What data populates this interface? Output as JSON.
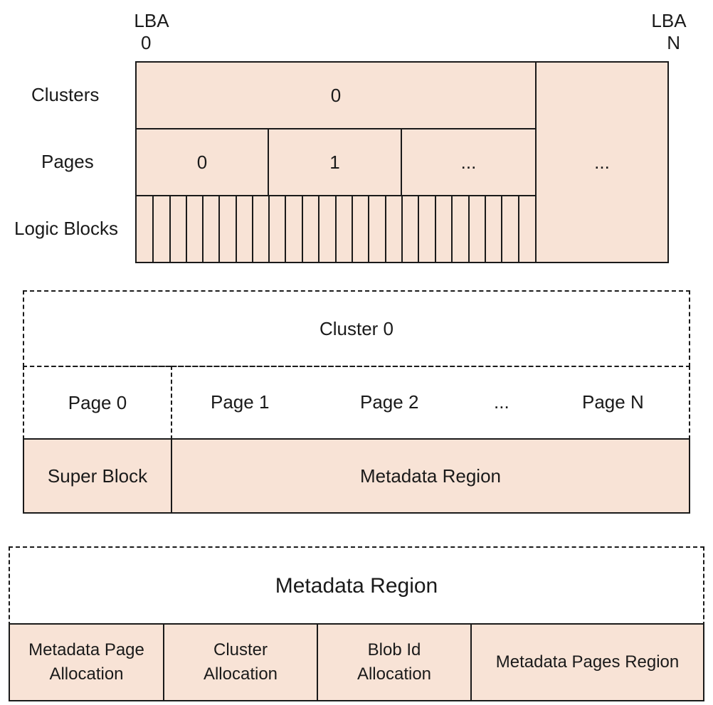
{
  "top": {
    "lba_start": [
      "LBA",
      "0"
    ],
    "lba_end": [
      "LBA",
      "N"
    ],
    "row_labels": {
      "clusters": "Clusters",
      "pages": "Pages",
      "logic_blocks": "Logic Blocks"
    },
    "cluster0": "0",
    "pages": [
      "0",
      "1",
      "..."
    ],
    "rest": "..."
  },
  "middle": {
    "cluster_label": "Cluster 0",
    "pages": [
      "Page 0",
      "Page 1",
      "Page 2",
      "...",
      "Page N"
    ],
    "super_block": "Super Block",
    "metadata_region": "Metadata Region"
  },
  "bottom": {
    "title": "Metadata Region",
    "cells": [
      [
        "Metadata Page",
        "Allocation"
      ],
      [
        "Cluster",
        "Allocation"
      ],
      [
        "Blob Id",
        "Allocation"
      ],
      [
        "Metadata Pages Region"
      ]
    ]
  },
  "colors": {
    "fill": "#f8e3d6",
    "stroke": "#1a1a1a"
  }
}
